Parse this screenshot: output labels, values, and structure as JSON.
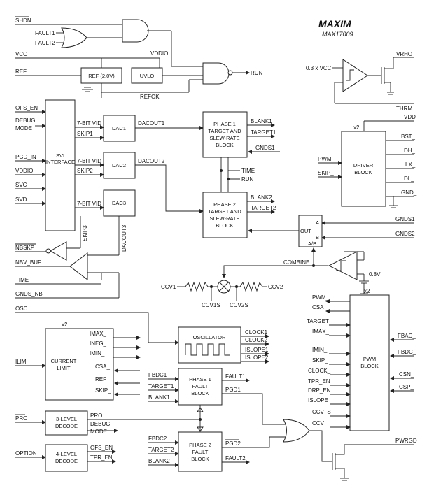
{
  "header": {
    "logo": "MAXIM",
    "part": "MAX17009"
  },
  "inputs": {
    "shdn": "SHDN",
    "fault1": "FAULT1",
    "fault2": "FAULT2",
    "vcc": "VCC",
    "ref": "REF",
    "ofs_en": "OFS_EN",
    "debug": "DEBUG",
    "mode": "MODE",
    "pgd_in": "PGD_IN",
    "vddio": "VDDIO",
    "svc": "SVC",
    "svd": "SVD",
    "nbskp": "NBSKP",
    "nbv_buf": "NBV_BUF",
    "time": "TIME",
    "gnds_nb": "GNDS_NB",
    "osc": "OSC",
    "ilim": "ILIM",
    "pro": "PRO",
    "option": "OPTION"
  },
  "labels": {
    "vddio_top": "VDDIO",
    "refok": "REFOK",
    "run": "RUN",
    "vhot_scale": "0.3 x VCC",
    "vrhot": "VRHOT",
    "thrm": "THRM",
    "x2_driver": "x2",
    "vdd": "VDD",
    "pwm": "PWM_",
    "skip": "SKIP_",
    "bst": "BST_",
    "dh": "DH_",
    "lx": "LX_",
    "dl": "DL_",
    "gnd": "GND_",
    "blank1": "BLANK1",
    "target1": "TARGET1",
    "gnds1": "GNDS1",
    "time2": "TIME",
    "run2": "RUN",
    "blank2": "BLANK2",
    "target2": "TARGET2",
    "gnds2_top": "GNDS1",
    "gnds2": "GNDS2",
    "out": "OUT",
    "a": "A",
    "b": "B",
    "ab": "A/B",
    "combine": "COMBINE",
    "v08": "0.8V",
    "ccv1": "CCV1",
    "ccv2": "CCV2",
    "ccv1s": "CCV1S",
    "ccv2s": "CCV2S",
    "vid1": "7-BIT VID",
    "skip1": "SKIP1",
    "dacout1": "DACOUT1",
    "vid2": "7-BIT VID",
    "skip2": "SKIP2",
    "dacout2": "DACOUT2",
    "vid3": "7-BIT VID",
    "skip3": "SKIP3",
    "dacout3": "DACOUT3",
    "x2_cl": "x2",
    "imax": "IMAX_",
    "ineg": "INEG_",
    "imin": "IMIN_",
    "csa": "CSA_",
    "refo": "REF",
    "skipo": "SKIP_",
    "clock1": "CLOCK1",
    "clock2": "CLOCK2",
    "islope1": "ISLOPE1",
    "islope2": "ISLOPE2",
    "fbdc1": "FBDC1",
    "target1b": "TARGET1",
    "blank1b": "BLANK1",
    "fault1o": "FAULT1",
    "pgd1": "PGD1",
    "fbdc2": "FBDC2",
    "target2b": "TARGET2",
    "blank2b": "BLANK2",
    "pgd2": "PGD2",
    "fault2o": "FAULT2",
    "pro_o": "PRO",
    "debug_o": "DEBUG",
    "mode_o": "MODE",
    "ofs_en_o": "OFS_EN",
    "tpr_en_o": "TPR_EN",
    "x2_pwm": "x2",
    "pwm_in": "PWM_",
    "csa_in": "CSA_",
    "target_in": "TARGET_",
    "imax_in": "IMAX_",
    "imin_in": "IMIN_",
    "skip_in": "SKIP_",
    "clock_in": "CLOCK_",
    "tpr_en_in": "TPR_EN",
    "drp_en_in": "DRP_EN",
    "islope_in": "ISLOPE_",
    "ccv_s_in": "CCV_S",
    "ccv_in": "CCV_",
    "fbac": "FBAC_",
    "fbdc": "FBDC_",
    "csn": "CSN_",
    "csp": "CSP_",
    "pwrgd": "PWRGD"
  },
  "blocks": {
    "ref": "REF (2.0V)",
    "uvlo": "UVLO",
    "svi": [
      "SVI",
      "INTERFACE"
    ],
    "dac1": "DAC1",
    "dac2": "DAC2",
    "dac3": "DAC3",
    "phase1": [
      "PHASE 1",
      "TARGET AND",
      "SLEW-RATE",
      "BLOCK"
    ],
    "phase2": [
      "PHASE 2",
      "TARGET AND",
      "SLEW-RATE",
      "BLOCK"
    ],
    "driver": [
      "DRIVER",
      "BLOCK"
    ],
    "current_limit": [
      "CURRENT",
      "LIMIT"
    ],
    "oscillator": "OSCILLATOR",
    "fault1": [
      "PHASE 1",
      "FAULT",
      "BLOCK"
    ],
    "fault2": [
      "PHASE 2",
      "FAULT",
      "BLOCK"
    ],
    "decode3": [
      "3-LEVEL",
      "DECODE"
    ],
    "decode4": [
      "4-LEVEL",
      "DECODE"
    ],
    "pwm": [
      "PWM",
      "BLOCK"
    ]
  }
}
